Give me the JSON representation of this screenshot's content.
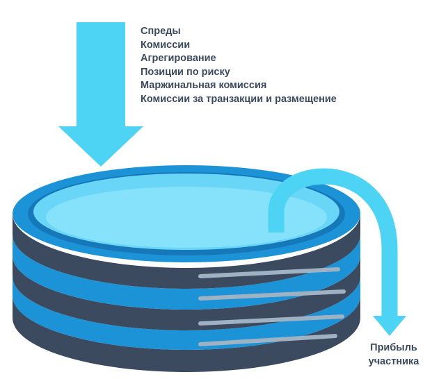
{
  "inflow_items": [
    "Спреды",
    "Комиссии",
    "Агрегирование",
    "Позиции по риску",
    "Маржинальная комиссия",
    "Комиссии за транзакции и размещение"
  ],
  "outflow_label": [
    "Прибыль",
    "участника"
  ],
  "colors": {
    "text": "#3b4a5e",
    "light_blue": "#4dd3f4",
    "mid_blue": "#1c93d6",
    "dark_blue": "#1678b8",
    "dark_slate": "#3b4a5e",
    "pool_water": "#6ad6f7",
    "pool_water_inner": "#86e1fb",
    "highlight": "#9fb2c3"
  },
  "icons": {
    "inflow": "down-arrow-icon",
    "outflow": "curved-arrow-icon",
    "container": "pool-icon"
  }
}
